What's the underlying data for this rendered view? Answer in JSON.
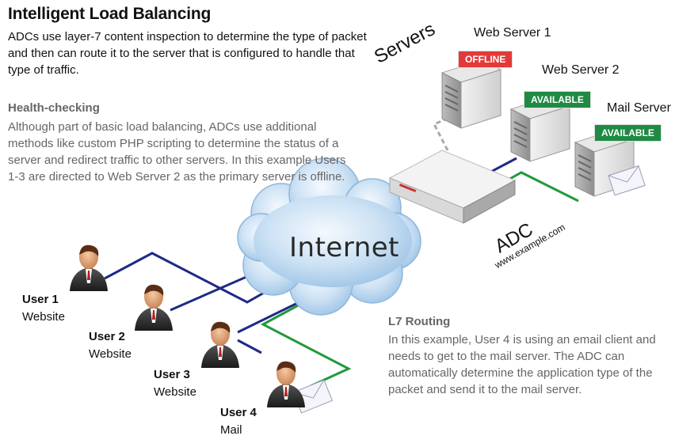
{
  "title": "Intelligent Load Balancing",
  "intro": "ADCs use layer-7 content inspection to determine the type of packet and then can route it to the server that is configured to handle that type of traffic.",
  "health_checking": {
    "heading": "Health-checking",
    "body": "Although part of basic load balancing, ADCs use additional methods like custom PHP scripting to determine the status of a server and redirect traffic to other servers. In this example Users 1-3 are directed to Web Server 2 as the primary server is offline."
  },
  "l7_routing": {
    "heading": "L7 Routing",
    "body": "In this example, User 4 is using an email client and needs to get to the mail server. The ADC can automatically determine the application type of the packet and send it to the mail server."
  },
  "servers_label": "Servers",
  "servers": [
    {
      "name": "Web Server 1",
      "status": "OFFLINE"
    },
    {
      "name": "Web Server 2",
      "status": "AVAILABLE"
    },
    {
      "name": "Mail Server",
      "status": "AVAILABLE"
    }
  ],
  "adc": {
    "label": "ADC",
    "domain": "www.example.com"
  },
  "internet_label": "Internet",
  "users": [
    {
      "name": "User 1",
      "app": "Website"
    },
    {
      "name": "User 2",
      "app": "Website"
    },
    {
      "name": "User 3",
      "app": "Website"
    },
    {
      "name": "User 4",
      "app": "Mail"
    }
  ],
  "colors": {
    "offline": "#e23a3a",
    "available": "#1f8a43",
    "web_link": "#1f2a86",
    "mail_link": "#1f9a3c",
    "offline_link": "#aaaaaa",
    "cloud": "#bcd8ef"
  }
}
